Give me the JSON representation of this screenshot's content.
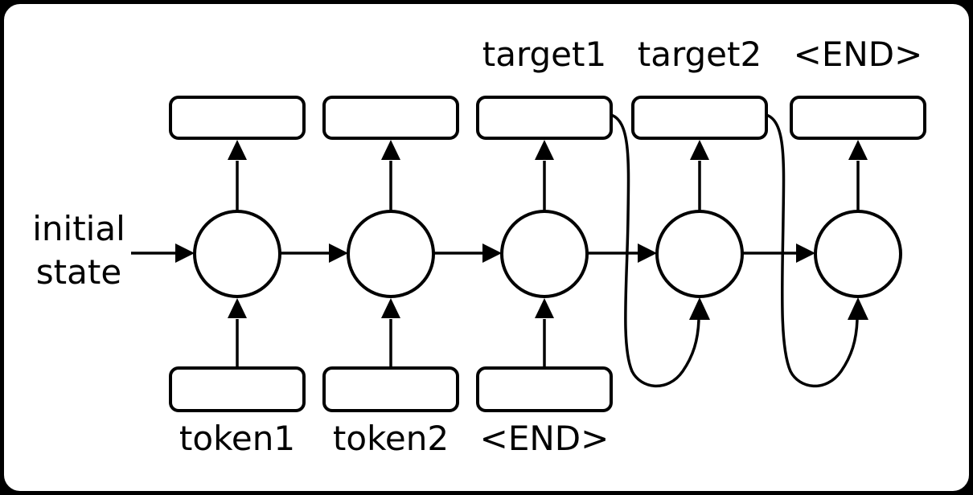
{
  "diagram": {
    "title_hint": "recurrent sequence-to-sequence network",
    "initial_state_label": [
      "initial",
      "state"
    ],
    "output_labels": [
      "target1",
      "target2",
      "<END>"
    ],
    "input_labels": [
      "token1",
      "token2",
      "<END>"
    ],
    "colors": {
      "stroke": "#000000",
      "background": "#ffffff",
      "outside": "#000000"
    }
  }
}
